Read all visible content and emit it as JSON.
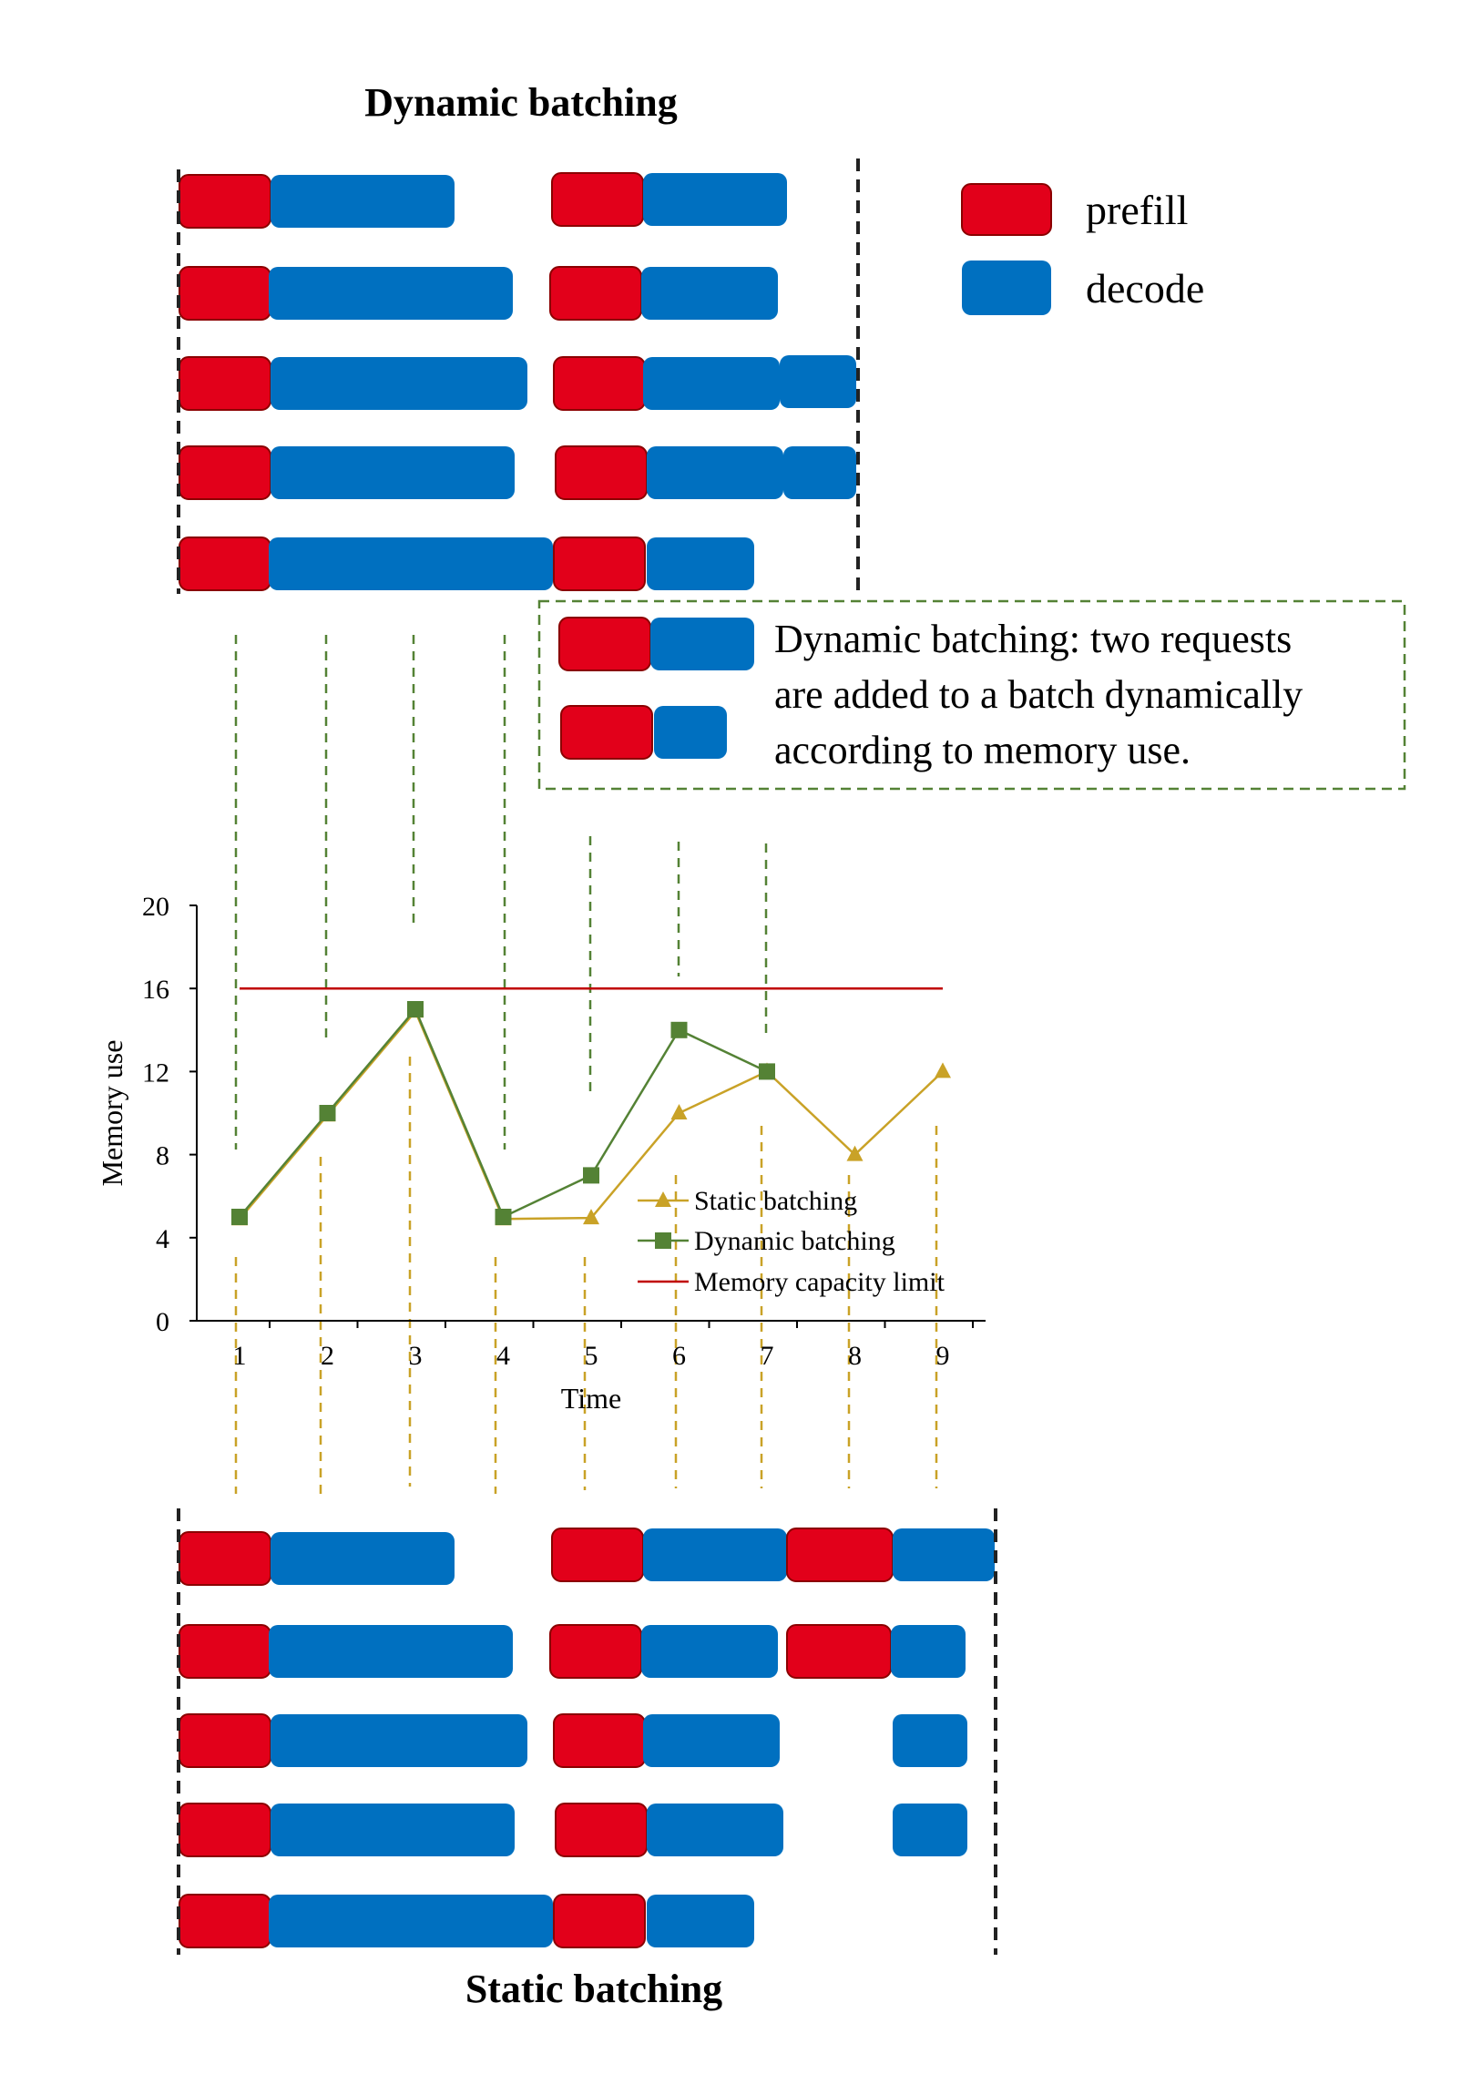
{
  "titles": {
    "dynamic": "Dynamic batching",
    "static": "Static batching"
  },
  "legend": {
    "prefill": "prefill",
    "decode": "decode",
    "colors": {
      "prefill": "#E2001A",
      "decode": "#0070C0"
    }
  },
  "callout": {
    "lines": [
      "Dynamic batching: two requests",
      "are added to a batch dynamically",
      "according to memory use."
    ]
  },
  "chart_data": {
    "type": "line",
    "x": [
      1,
      2,
      3,
      4,
      5,
      6,
      7,
      8,
      9
    ],
    "xlabel": "Time",
    "ylabel": "Memory use",
    "ylim": [
      0,
      20
    ],
    "yticks": [
      0,
      4,
      8,
      12,
      16,
      20
    ],
    "xticks": [
      1,
      2,
      3,
      4,
      5,
      6,
      7,
      8,
      9
    ],
    "series": [
      {
        "name": "Static batching",
        "marker": "triangle",
        "color": "#C9A227",
        "x": [
          1,
          2,
          3,
          4,
          5,
          6,
          7,
          8,
          9
        ],
        "values": [
          4.9,
          9.9,
          14.9,
          4.9,
          4.95,
          10,
          12,
          8,
          12
        ]
      },
      {
        "name": "Dynamic batching",
        "marker": "square",
        "color": "#548235",
        "x": [
          1,
          2,
          3,
          4,
          5,
          6,
          7
        ],
        "values": [
          5,
          10,
          15,
          5,
          7,
          14,
          12
        ]
      },
      {
        "name": "Memory capacity limit",
        "marker": "none",
        "color": "#C00000",
        "x": [
          1,
          9
        ],
        "values": [
          16,
          16
        ]
      }
    ],
    "legend_position": "bottom-right",
    "grid": false
  }
}
